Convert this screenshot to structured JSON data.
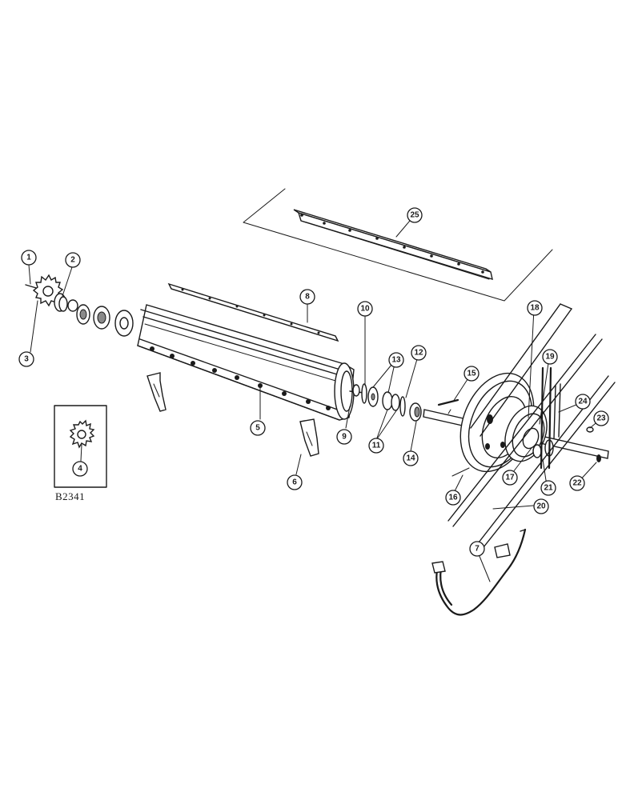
{
  "figure_code": "B2341",
  "callouts": [
    {
      "id": "c1",
      "label": "1"
    },
    {
      "id": "c2",
      "label": "2"
    },
    {
      "id": "c3",
      "label": "3"
    },
    {
      "id": "c4",
      "label": "4"
    },
    {
      "id": "c5",
      "label": "5"
    },
    {
      "id": "c6",
      "label": "6"
    },
    {
      "id": "c7",
      "label": "7"
    },
    {
      "id": "c8",
      "label": "8"
    },
    {
      "id": "c9",
      "label": "9"
    },
    {
      "id": "c10",
      "label": "10"
    },
    {
      "id": "c11",
      "label": "11"
    },
    {
      "id": "c12",
      "label": "12"
    },
    {
      "id": "c13",
      "label": "13"
    },
    {
      "id": "c14",
      "label": "14"
    },
    {
      "id": "c15",
      "label": "15"
    },
    {
      "id": "c16",
      "label": "16"
    },
    {
      "id": "c17",
      "label": "17"
    },
    {
      "id": "c18",
      "label": "18"
    },
    {
      "id": "c19",
      "label": "19"
    },
    {
      "id": "c20",
      "label": "20"
    },
    {
      "id": "c21",
      "label": "21"
    },
    {
      "id": "c22",
      "label": "22"
    },
    {
      "id": "c23",
      "label": "23"
    },
    {
      "id": "c24",
      "label": "24"
    },
    {
      "id": "c25",
      "label": "25"
    }
  ]
}
